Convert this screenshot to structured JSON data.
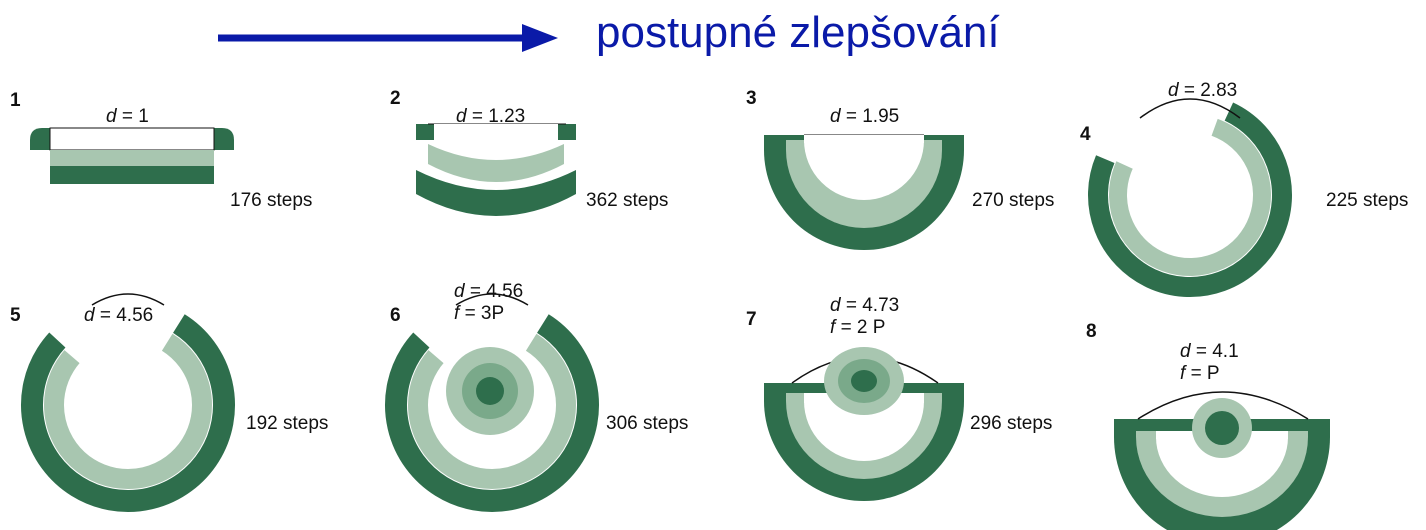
{
  "header": {
    "title": "postupné zlepšování"
  },
  "colors": {
    "dark": "#2e6e4c",
    "light": "#a8c6b0",
    "arrow": "#0a1aa8",
    "title": "#0a1aa8"
  },
  "designs": [
    {
      "number": "1",
      "d_var": "d",
      "d_value": "= 1",
      "f_var": "",
      "f_value": "",
      "steps": "176 steps"
    },
    {
      "number": "2",
      "d_var": "d",
      "d_value": "= 1.23",
      "f_var": "",
      "f_value": "",
      "steps": "362 steps"
    },
    {
      "number": "3",
      "d_var": "d",
      "d_value": "= 1.95",
      "f_var": "",
      "f_value": "",
      "steps": "270 steps"
    },
    {
      "number": "4",
      "d_var": "d",
      "d_value": "= 2.83",
      "f_var": "",
      "f_value": "",
      "steps": "225 steps"
    },
    {
      "number": "5",
      "d_var": "d",
      "d_value": "= 4.56",
      "f_var": "",
      "f_value": "",
      "steps": "192 steps"
    },
    {
      "number": "6",
      "d_var": "d",
      "d_value": "= 4.56",
      "f_var": "f",
      "f_value": "= 3P",
      "steps": "306 steps"
    },
    {
      "number": "7",
      "d_var": "d",
      "d_value": "= 4.73",
      "f_var": "f",
      "f_value": "= 2 P",
      "steps": "296 steps"
    },
    {
      "number": "8",
      "d_var": "d",
      "d_value": "= 4.1",
      "f_var": "f",
      "f_value": "= P",
      "steps": ""
    }
  ]
}
